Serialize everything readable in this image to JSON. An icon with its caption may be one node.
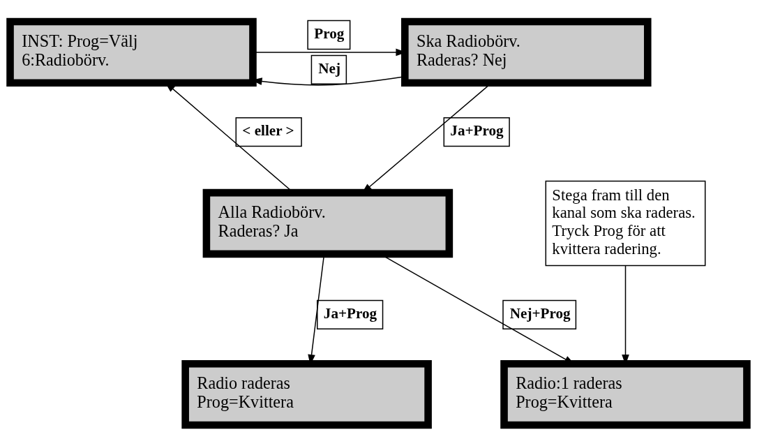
{
  "diagram": {
    "nodes": [
      {
        "text": [
          "INST: Prog=Välj 6:Radiobörv."
        ]
      },
      {
        "text": [
          "Ska Radiobörv. Raderas? Nej"
        ]
      },
      {
        "text": [
          "Alla Radiobörv. Raderas? Ja"
        ]
      },
      {
        "text": [
          "Stega fram till den kanal som ska raderas. Tryck Prog för att kvittera radering."
        ]
      },
      {
        "text": [
          "Radio:1 raderas Prog=Kvittera"
        ]
      },
      {
        "text": [
          "Radio raderas Prog=Kvittera"
        ]
      }
    ],
    "edges": [
      {
        "from": 0,
        "to": 1,
        "arrow": "to",
        "label": "Prog"
      },
      {
        "from": 1,
        "to": 0,
        "arrow": "to",
        "label": "Nej"
      },
      {
        "from": 1,
        "to": 2,
        "arrow": "to",
        "label": "Ja+Prog"
      },
      {
        "from": 2,
        "to": 0,
        "arrow": "to",
        "label": "< eller >"
      },
      {
        "from": 2,
        "to": 4,
        "arrow": "to",
        "label": "Nej+Prog"
      },
      {
        "from": 3,
        "to": 4,
        "arrow": "to"
      },
      {
        "from": 2,
        "to": 5,
        "arrow": "to",
        "label": "Ja+Prog"
      }
    ]
  }
}
